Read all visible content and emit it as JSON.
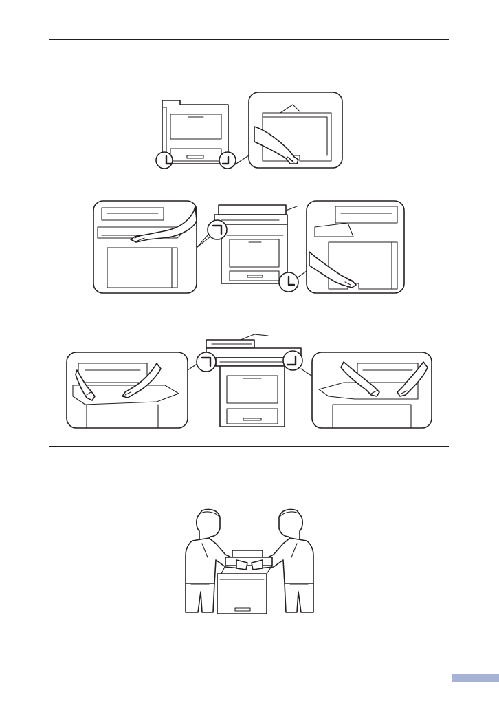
{
  "page": {
    "tab_color": "#a7b3d6",
    "line_color": "#231f20"
  },
  "figures": [
    {
      "name": "single-function-printer-lift-points",
      "icons": [
        "printer-icon",
        "hand-icon",
        "magnifier-callout-icon"
      ]
    },
    {
      "name": "compact-mfc-lift-points",
      "icons": [
        "printer-icon",
        "hand-icon",
        "magnifier-callout-icon"
      ]
    },
    {
      "name": "large-mfc-lift-points",
      "icons": [
        "printer-icon",
        "hands-icon",
        "magnifier-callout-icon"
      ]
    },
    {
      "name": "two-person-carry",
      "icons": [
        "person-icon",
        "printer-icon"
      ]
    }
  ]
}
